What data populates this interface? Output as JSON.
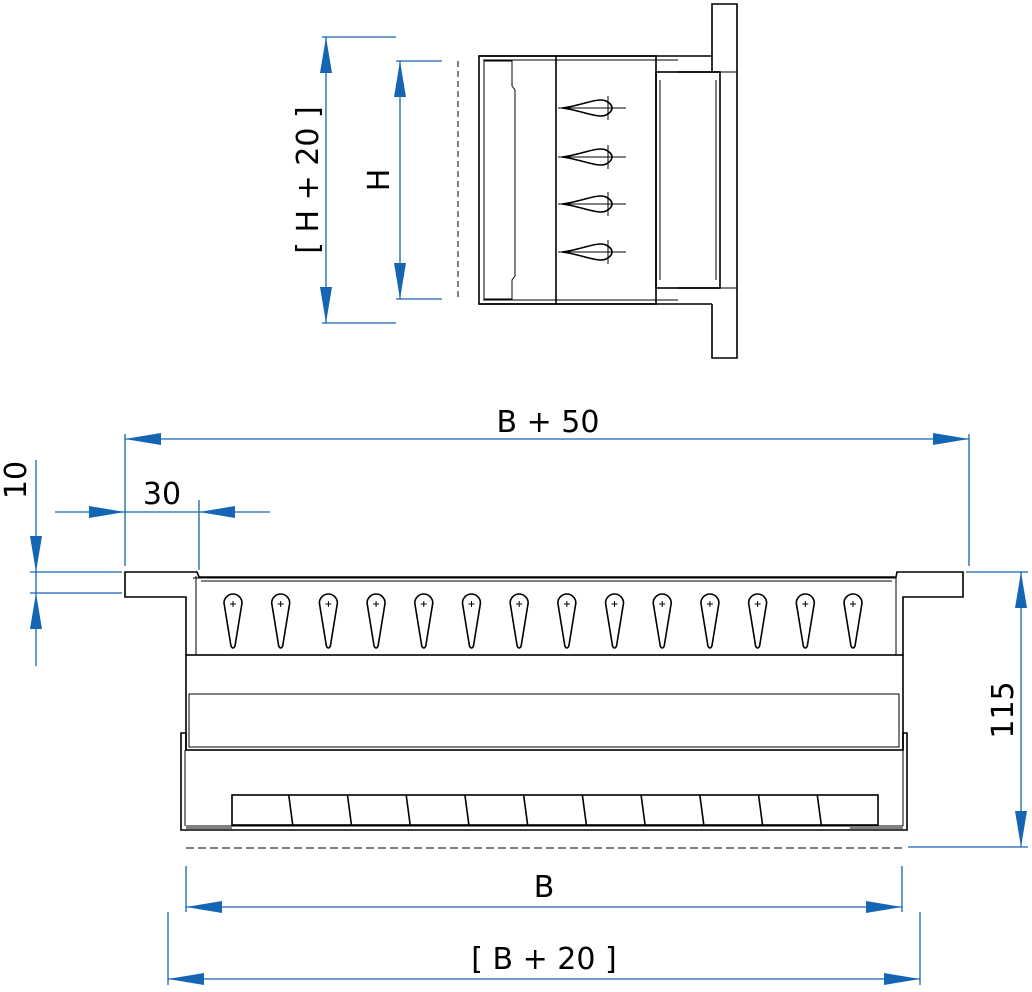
{
  "side_view": {
    "dim_outer": "[ H + 20 ]",
    "dim_inner": "H"
  },
  "front_view": {
    "dim_total_width": "B + 50",
    "dim_flange": "30",
    "dim_flange_thickness": "10",
    "dim_height": "115",
    "dim_width": "B",
    "dim_outer_width": "[ B + 20 ]",
    "teardrop_count": 14,
    "slat_count": 11
  },
  "colors": {
    "dimension": "#1565b5",
    "outline": "#000000"
  }
}
